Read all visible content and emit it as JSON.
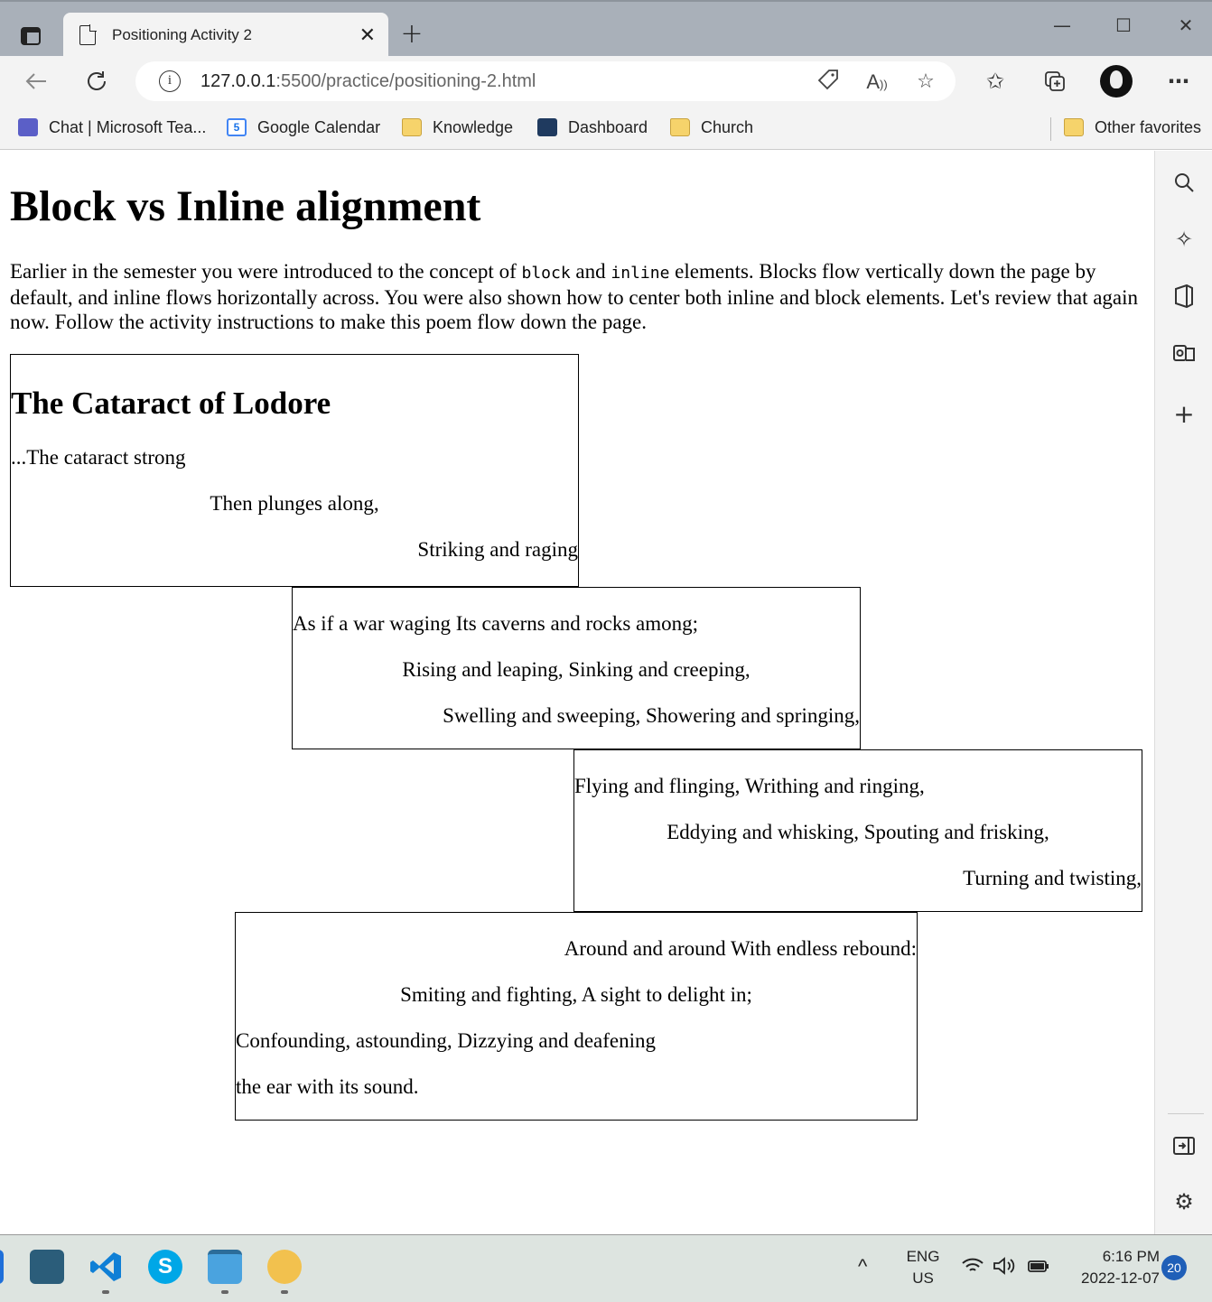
{
  "browser": {
    "tab_title": "Positioning Activity 2",
    "tab_close": "✕",
    "new_tab": "+",
    "minimize": "—",
    "maximize": "☐",
    "close": "✕",
    "url_host": "127.0.0.1",
    "url_path": ":5500/practice/positioning-2.html",
    "more": "⋯"
  },
  "bookmarks": [
    {
      "label": "Chat | Microsoft Tea...",
      "icon": "teams-icon"
    },
    {
      "label": "Google Calendar",
      "icon": "calendar-icon",
      "icon_text": "5"
    },
    {
      "label": "Knowledge",
      "icon": "folder-icon"
    },
    {
      "label": "Dashboard",
      "icon": "dashboard-icon"
    },
    {
      "label": "Church",
      "icon": "folder-icon"
    },
    {
      "label": "Other favorites",
      "icon": "folder-icon"
    }
  ],
  "page": {
    "heading": "Block vs Inline alignment",
    "intro_part1": "Earlier in the semester you were introduced to the concept of ",
    "intro_code1": "block",
    "intro_part2": " and ",
    "intro_code2": "inline",
    "intro_part3": " elements. Blocks flow vertically down the page by default, and inline flows horizontally across. You were also shown how to center both inline and block elements. Let's review that again now. Follow the activity instructions to make this poem flow down the page.",
    "poem_title": "The Cataract of Lodore",
    "box1": [
      "...The cataract strong",
      "Then plunges along,",
      "Striking and raging"
    ],
    "box2": [
      "As if a war waging Its caverns and rocks among;",
      "Rising and leaping, Sinking and creeping,",
      "Swelling and sweeping, Showering and springing,"
    ],
    "box3": [
      "Flying and flinging, Writhing and ringing,",
      "Eddying and whisking, Spouting and frisking,",
      "Turning and twisting,"
    ],
    "box4": [
      "Around and around With endless rebound:",
      "Smiting and fighting, A sight to delight in;",
      "Confounding, astounding, Dizzying and deafening",
      "the ear with its sound."
    ]
  },
  "taskbar": {
    "lang_top": "ENG",
    "lang_bottom": "US",
    "time": "6:16 PM",
    "date": "2022-12-07",
    "notifications": "20",
    "chevron": "^"
  },
  "colors": {
    "titlebar": "#a9b0b9",
    "toolbar": "#f3f3f3",
    "taskbar": "#dde4e0",
    "badge": "#1f5fb8"
  }
}
